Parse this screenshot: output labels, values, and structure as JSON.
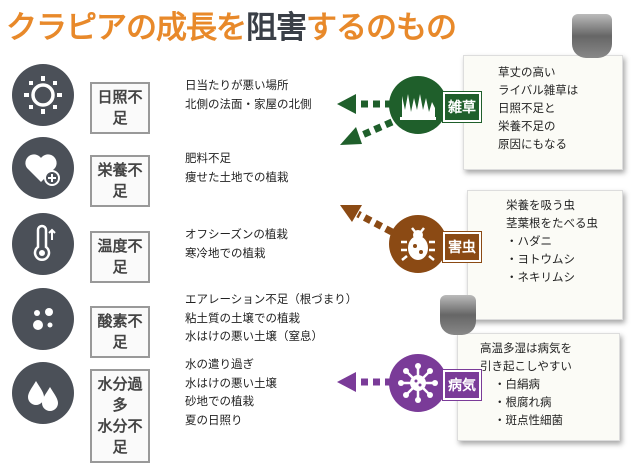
{
  "title": {
    "part1": "クラピアの成長を",
    "part2": "阻害",
    "part3": "するのもの"
  },
  "factors": [
    {
      "icon": "sun-icon",
      "label1": "日照不足",
      "lines": [
        "日当たりが悪い場所",
        "北側の法面・家屋の北側"
      ]
    },
    {
      "icon": "heart-plus-icon",
      "label1": "栄養不足",
      "lines": [
        "肥料不足",
        "痩せた土地での植栽"
      ]
    },
    {
      "icon": "thermometer-icon",
      "label1": "温度不足",
      "lines": [
        "オフシーズンの植栽",
        "寒冷地での植栽"
      ]
    },
    {
      "icon": "bubbles-icon",
      "label1": "酸素不足",
      "lines": [
        "エアレーション不足（根づまり）",
        "粘土質の土壌での植栽",
        "水はけの悪い土壌（窒息）"
      ]
    },
    {
      "icon": "water-drops-icon",
      "label1": "水分過多",
      "label2": "水分不足",
      "lines": [
        "水の遣り過ぎ",
        "水はけの悪い土壌",
        "砂地での植栽",
        "夏の日照り"
      ]
    }
  ],
  "causes": [
    {
      "icon": "weed-icon",
      "label": "雑草",
      "color": "#1f5f2b",
      "note": [
        "草丈の高い",
        "ライバル雑草は",
        "日照不足と",
        "栄養不足の",
        "原因にもなる"
      ]
    },
    {
      "icon": "bug-icon",
      "label": "害虫",
      "color": "#8b4a14",
      "note": [
        "栄養を吸う虫",
        "茎葉根をたべる虫",
        "・ハダニ",
        "・ヨトウムシ",
        "・ネキリムシ"
      ]
    },
    {
      "icon": "virus-icon",
      "label": "病気",
      "color": "#7a3b98",
      "note": [
        "高温多湿は病気を",
        "引き起こしやすい",
        "・白絹病",
        "・根腐れ病",
        "・斑点性細菌"
      ]
    }
  ]
}
